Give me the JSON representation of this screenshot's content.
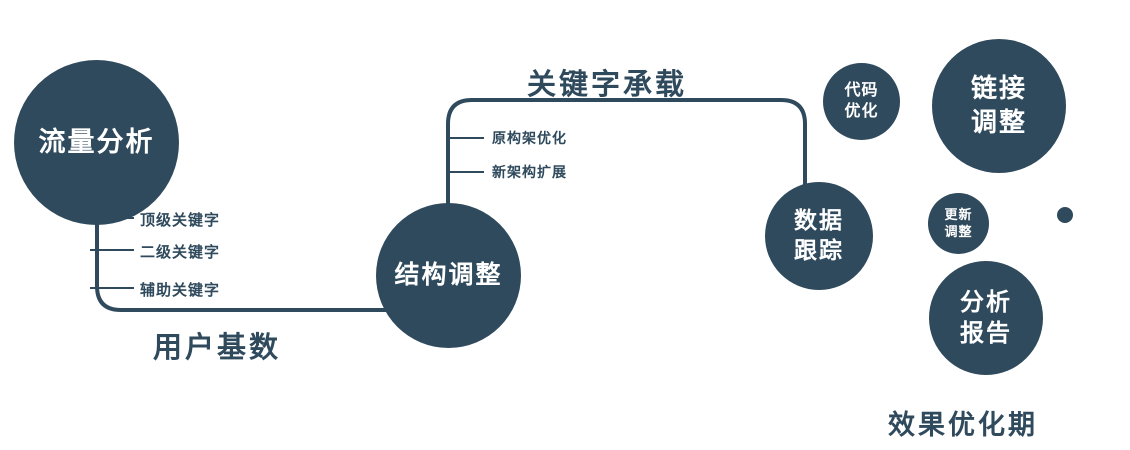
{
  "colors": {
    "primary": "#2f4a5d",
    "background": "#ffffff",
    "circle_text": "#ffffff"
  },
  "nodes": {
    "traffic": {
      "label": "流量分析"
    },
    "structure": {
      "label": "结构调整"
    },
    "data_tracking": {
      "line1": "数据",
      "line2": "跟踪"
    },
    "code_opt": {
      "line1": "代码",
      "line2": "优化"
    },
    "link_adjust": {
      "line1": "链接",
      "line2": "调整"
    },
    "update_adjust": {
      "line1": "更新",
      "line2": "调整"
    },
    "analysis_report": {
      "line1": "分析",
      "line2": "报告"
    }
  },
  "branches": {
    "traffic_items": [
      "顶级关键字",
      "二级关键字",
      "辅助关键字"
    ],
    "structure_items": [
      "原构架优化",
      "新架构扩展"
    ]
  },
  "labels": {
    "user_base": "用户基数",
    "keyword_load": "关键字承载",
    "effect_phase": "效果优化期"
  }
}
